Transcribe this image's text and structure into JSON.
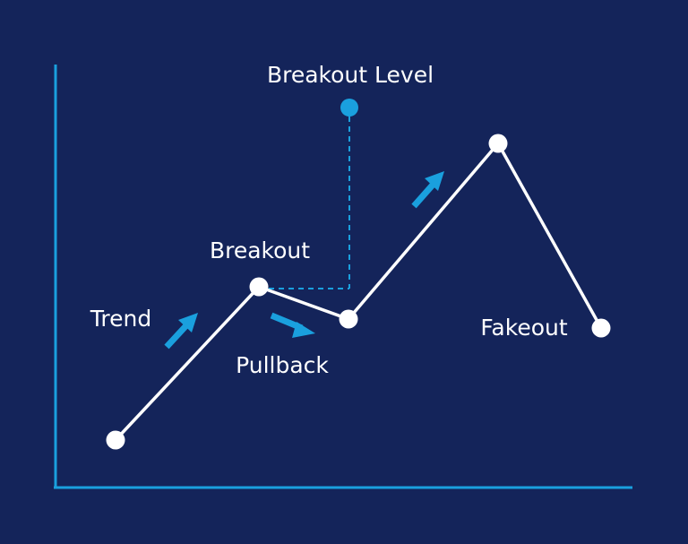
{
  "colors": {
    "background": "#14245a",
    "axis": "#1aa0de",
    "line": "#ffffff",
    "accent": "#1aa0de"
  },
  "labels": {
    "breakout_level": "Breakout Level",
    "breakout": "Breakout",
    "trend": "Trend",
    "pullback": "Pullback",
    "fakeout": "Fakeout"
  },
  "icons": {
    "trend_arrow": "arrow-up-right-icon",
    "pullback_arrow": "arrow-down-right-icon",
    "rally_arrow": "arrow-up-right-icon"
  }
}
